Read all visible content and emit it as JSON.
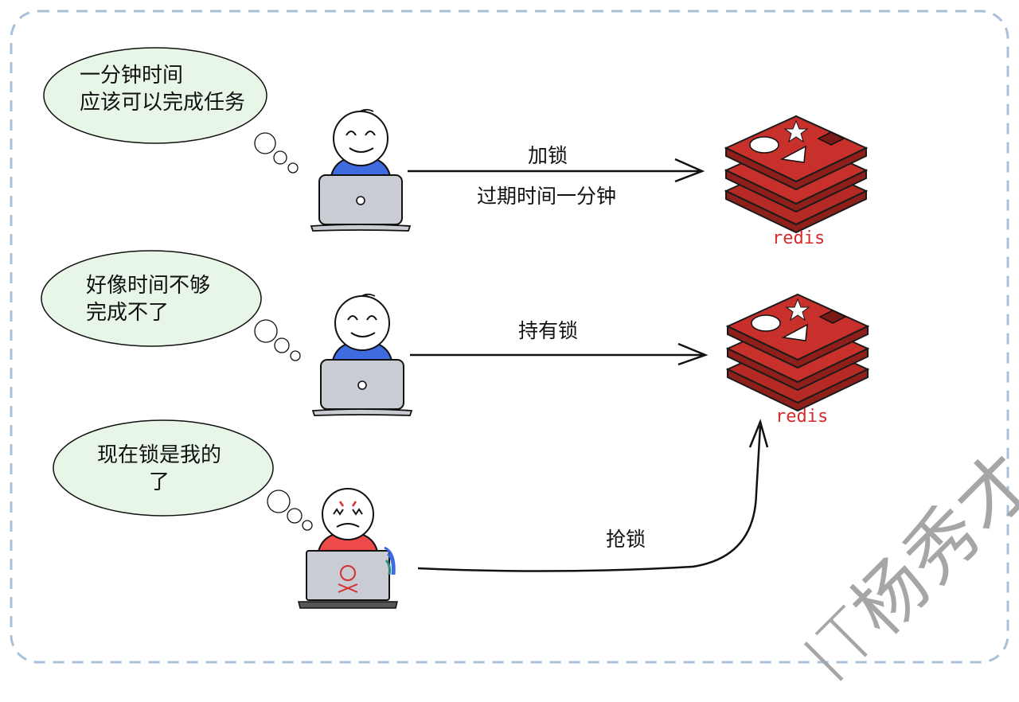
{
  "colors": {
    "frame_border": "#a9c0d9",
    "bubble_fill": "#e8f6e8",
    "shirt_normal": "#3f6be0",
    "shirt_attacker": "#ef4a4a",
    "laptop": "#c9ccd3",
    "redis_red": "#c8312b",
    "redis_label": "#d62b2b",
    "watermark": "#a6a6a6"
  },
  "scenes": [
    {
      "bubble": "一分钟时间\n应该可以完成任务",
      "actor": "happy-user",
      "arrow_labels": [
        "加锁",
        "过期时间一分钟"
      ],
      "target": "redis"
    },
    {
      "bubble": "好像时间不够\n完成不了",
      "actor": "happy-user",
      "arrow_labels": [
        "持有锁"
      ],
      "target": "redis"
    },
    {
      "bubble": "现在锁是我的\n了",
      "actor": "angry-attacker",
      "arrow_labels": [
        "抢锁"
      ],
      "target": "redis"
    }
  ],
  "redis_labels": [
    "redis",
    "redis"
  ],
  "watermark": "IT杨秀才"
}
